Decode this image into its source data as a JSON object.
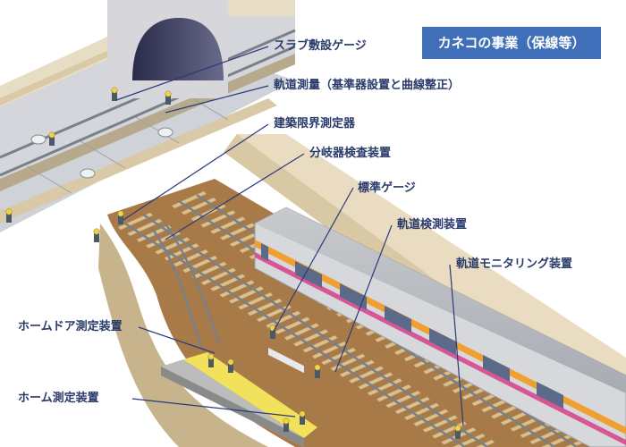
{
  "badge": "カネコの事業（保線等）",
  "labels": {
    "slab_gauge": "スラブ敷設ゲージ",
    "track_survey": "軌道測量（基準器設置と曲線整正）",
    "clearance_gauge": "建築限界測定器",
    "turnout_inspection": "分岐器検査装置",
    "standard_gauge": "標準ゲージ",
    "track_inspection": "軌道検測装置",
    "track_monitoring": "軌道モニタリング装置",
    "platform_door_measure": "ホームドア測定装置",
    "platform_measure": "ホーム測定装置"
  },
  "colors": {
    "badge_bg": "#3f6fb8",
    "label_text": "#2a3a6a",
    "leader_line": "#2a3a7a",
    "tunnel_wall": "#e9dcc0",
    "ballast": "#a87a48",
    "sleeper": "#d9c08e",
    "rail": "#7a8088",
    "slab": "#cfd2d8",
    "train_body": "#d6d8dc",
    "train_stripe_orange": "#f0a030",
    "train_stripe_pink": "#d8408a",
    "platform_edge": "#f2e15a"
  }
}
